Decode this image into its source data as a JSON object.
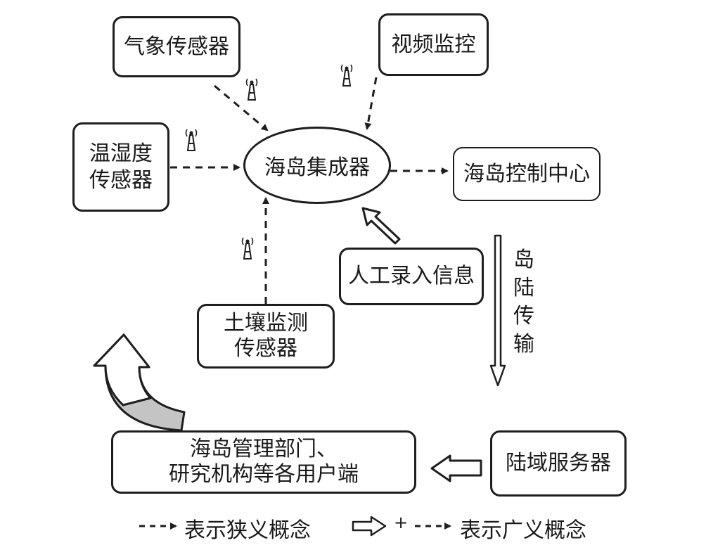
{
  "nodes": {
    "weather": "气象传感器",
    "video": "视频监控",
    "temp_line1": "温湿度",
    "temp_line2": "传感器",
    "integrator": "海岛集成器",
    "control": "海岛控制中心",
    "manual": "人工录入信息",
    "soil_line1": "土壤监测",
    "soil_line2": "传感器",
    "users_line1": "海岛管理部门、",
    "users_line2": "研究机构等各用户端",
    "server": "陆域服务器"
  },
  "transfer_label": [
    "岛",
    "陆",
    "传",
    "输"
  ],
  "legend": {
    "narrow": "表示狭义概念",
    "plus": "+",
    "broad": "表示广义概念"
  },
  "icons": [
    "antenna-icon",
    "hollow-arrow-icon",
    "curved-arrow-icon"
  ]
}
